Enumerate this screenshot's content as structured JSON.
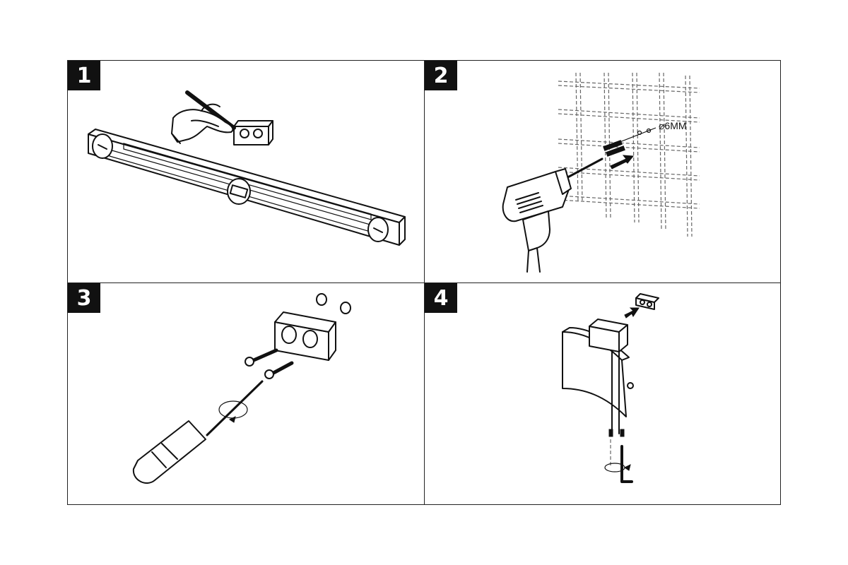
{
  "steps": [
    {
      "number": "1",
      "icon": "spirit-level-marking-icon"
    },
    {
      "number": "2",
      "icon": "drill-wall-icon",
      "callout": "⌀6MM"
    },
    {
      "number": "3",
      "icon": "screwdriver-bracket-icon"
    },
    {
      "number": "4",
      "icon": "holder-mount-hex-key-icon"
    }
  ],
  "colors": {
    "ink": "#111111",
    "paper": "#ffffff"
  }
}
